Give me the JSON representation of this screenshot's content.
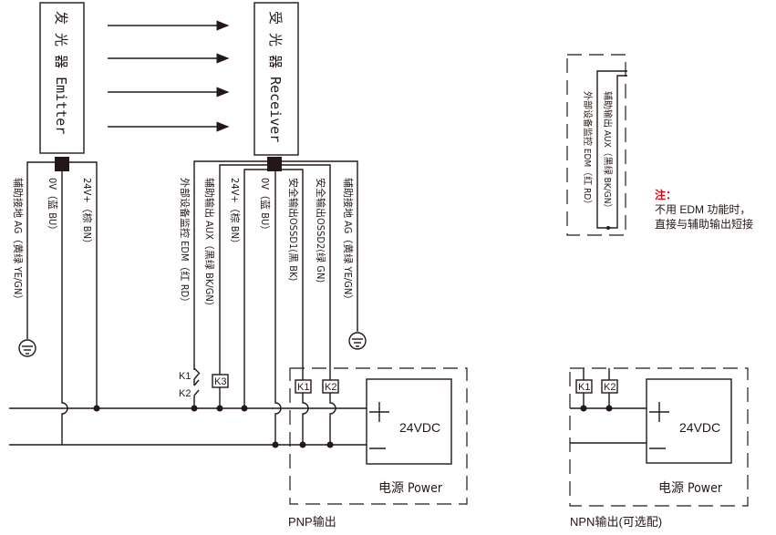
{
  "emitter": {
    "label": "发 光 器 Emitter"
  },
  "receiver": {
    "label": "受 光 器 Receiver"
  },
  "emitter_wires": [
    {
      "label": "辅助接地 AG（黄绿 YE/GN）"
    },
    {
      "label": "0V（蓝 BU）"
    },
    {
      "label": "24V+（棕 BN）"
    }
  ],
  "receiver_wires": [
    {
      "label": "外部设备监控 EDM（红 RD）"
    },
    {
      "label": "辅助输出 AUX（黑绿 BK/GN）"
    },
    {
      "label": "24V+（棕 BN）"
    },
    {
      "label": "0V（蓝 BU）"
    },
    {
      "label": "安全输出OSSD1(黑 BK)"
    },
    {
      "label": "安全输出OSSD2(绿 GN)"
    },
    {
      "label": "辅助接地 AG（黄绿 YE/GN）"
    }
  ],
  "contacts": {
    "k1": "K1",
    "k2": "K2",
    "k3": "K3"
  },
  "pnp": {
    "power_voltage": "24VDC",
    "power_label": "电源 Power",
    "plus": "+",
    "minus": "−",
    "caption": "PNP输出"
  },
  "npn": {
    "power_voltage": "24VDC",
    "power_label": "电源 Power",
    "caption": "NPN输出(可选配)"
  },
  "note": {
    "edm_label": "外部设备监控 EDM（红 RD）",
    "aux_label": "辅助输出 AUX（黑绿 BK/GN）",
    "title": "注：",
    "line1": "不用 EDM 功能时，",
    "line2": "直接与辅助输出短接",
    "title_color": "#e60012"
  }
}
